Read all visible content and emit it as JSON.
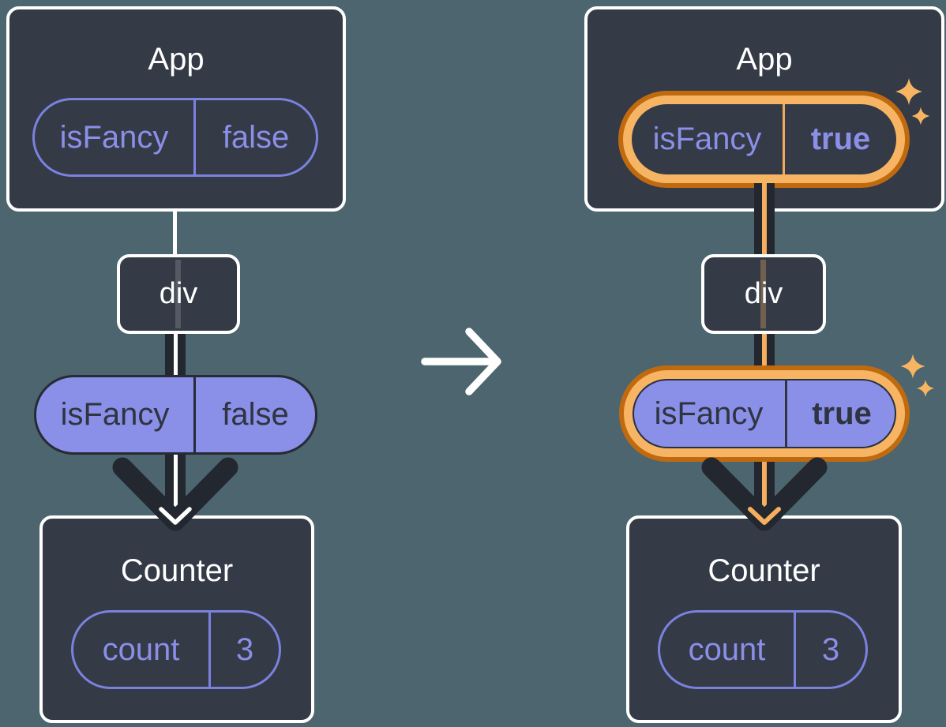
{
  "before": {
    "app": {
      "title": "App",
      "state": {
        "name": "isFancy",
        "value": "false"
      }
    },
    "div": {
      "label": "div"
    },
    "prop": {
      "name": "isFancy",
      "value": "false"
    },
    "counter": {
      "title": "Counter",
      "state": {
        "name": "count",
        "value": "3"
      }
    }
  },
  "after": {
    "app": {
      "title": "App",
      "state": {
        "name": "isFancy",
        "value": "true"
      }
    },
    "div": {
      "label": "div"
    },
    "prop": {
      "name": "isFancy",
      "value": "true"
    },
    "counter": {
      "title": "Counter",
      "state": {
        "name": "count",
        "value": "3"
      }
    }
  },
  "icons": {
    "transition": "arrow-right-icon",
    "data_flow": "arrow-down-icon",
    "highlight": "sparkles-icon"
  },
  "colors": {
    "background": "#4C656E",
    "card_bg": "#343A46",
    "card_border": "#FFFFFF",
    "purple_fill": "#8A8FE8",
    "purple_stroke": "#7B82DE",
    "dark_ink": "#23272F",
    "dark_text": "#2F3440",
    "orange_ring_dark": "#C06A10",
    "orange_ring_light": "#F7B564",
    "orange_line": "#F5AF5E"
  }
}
